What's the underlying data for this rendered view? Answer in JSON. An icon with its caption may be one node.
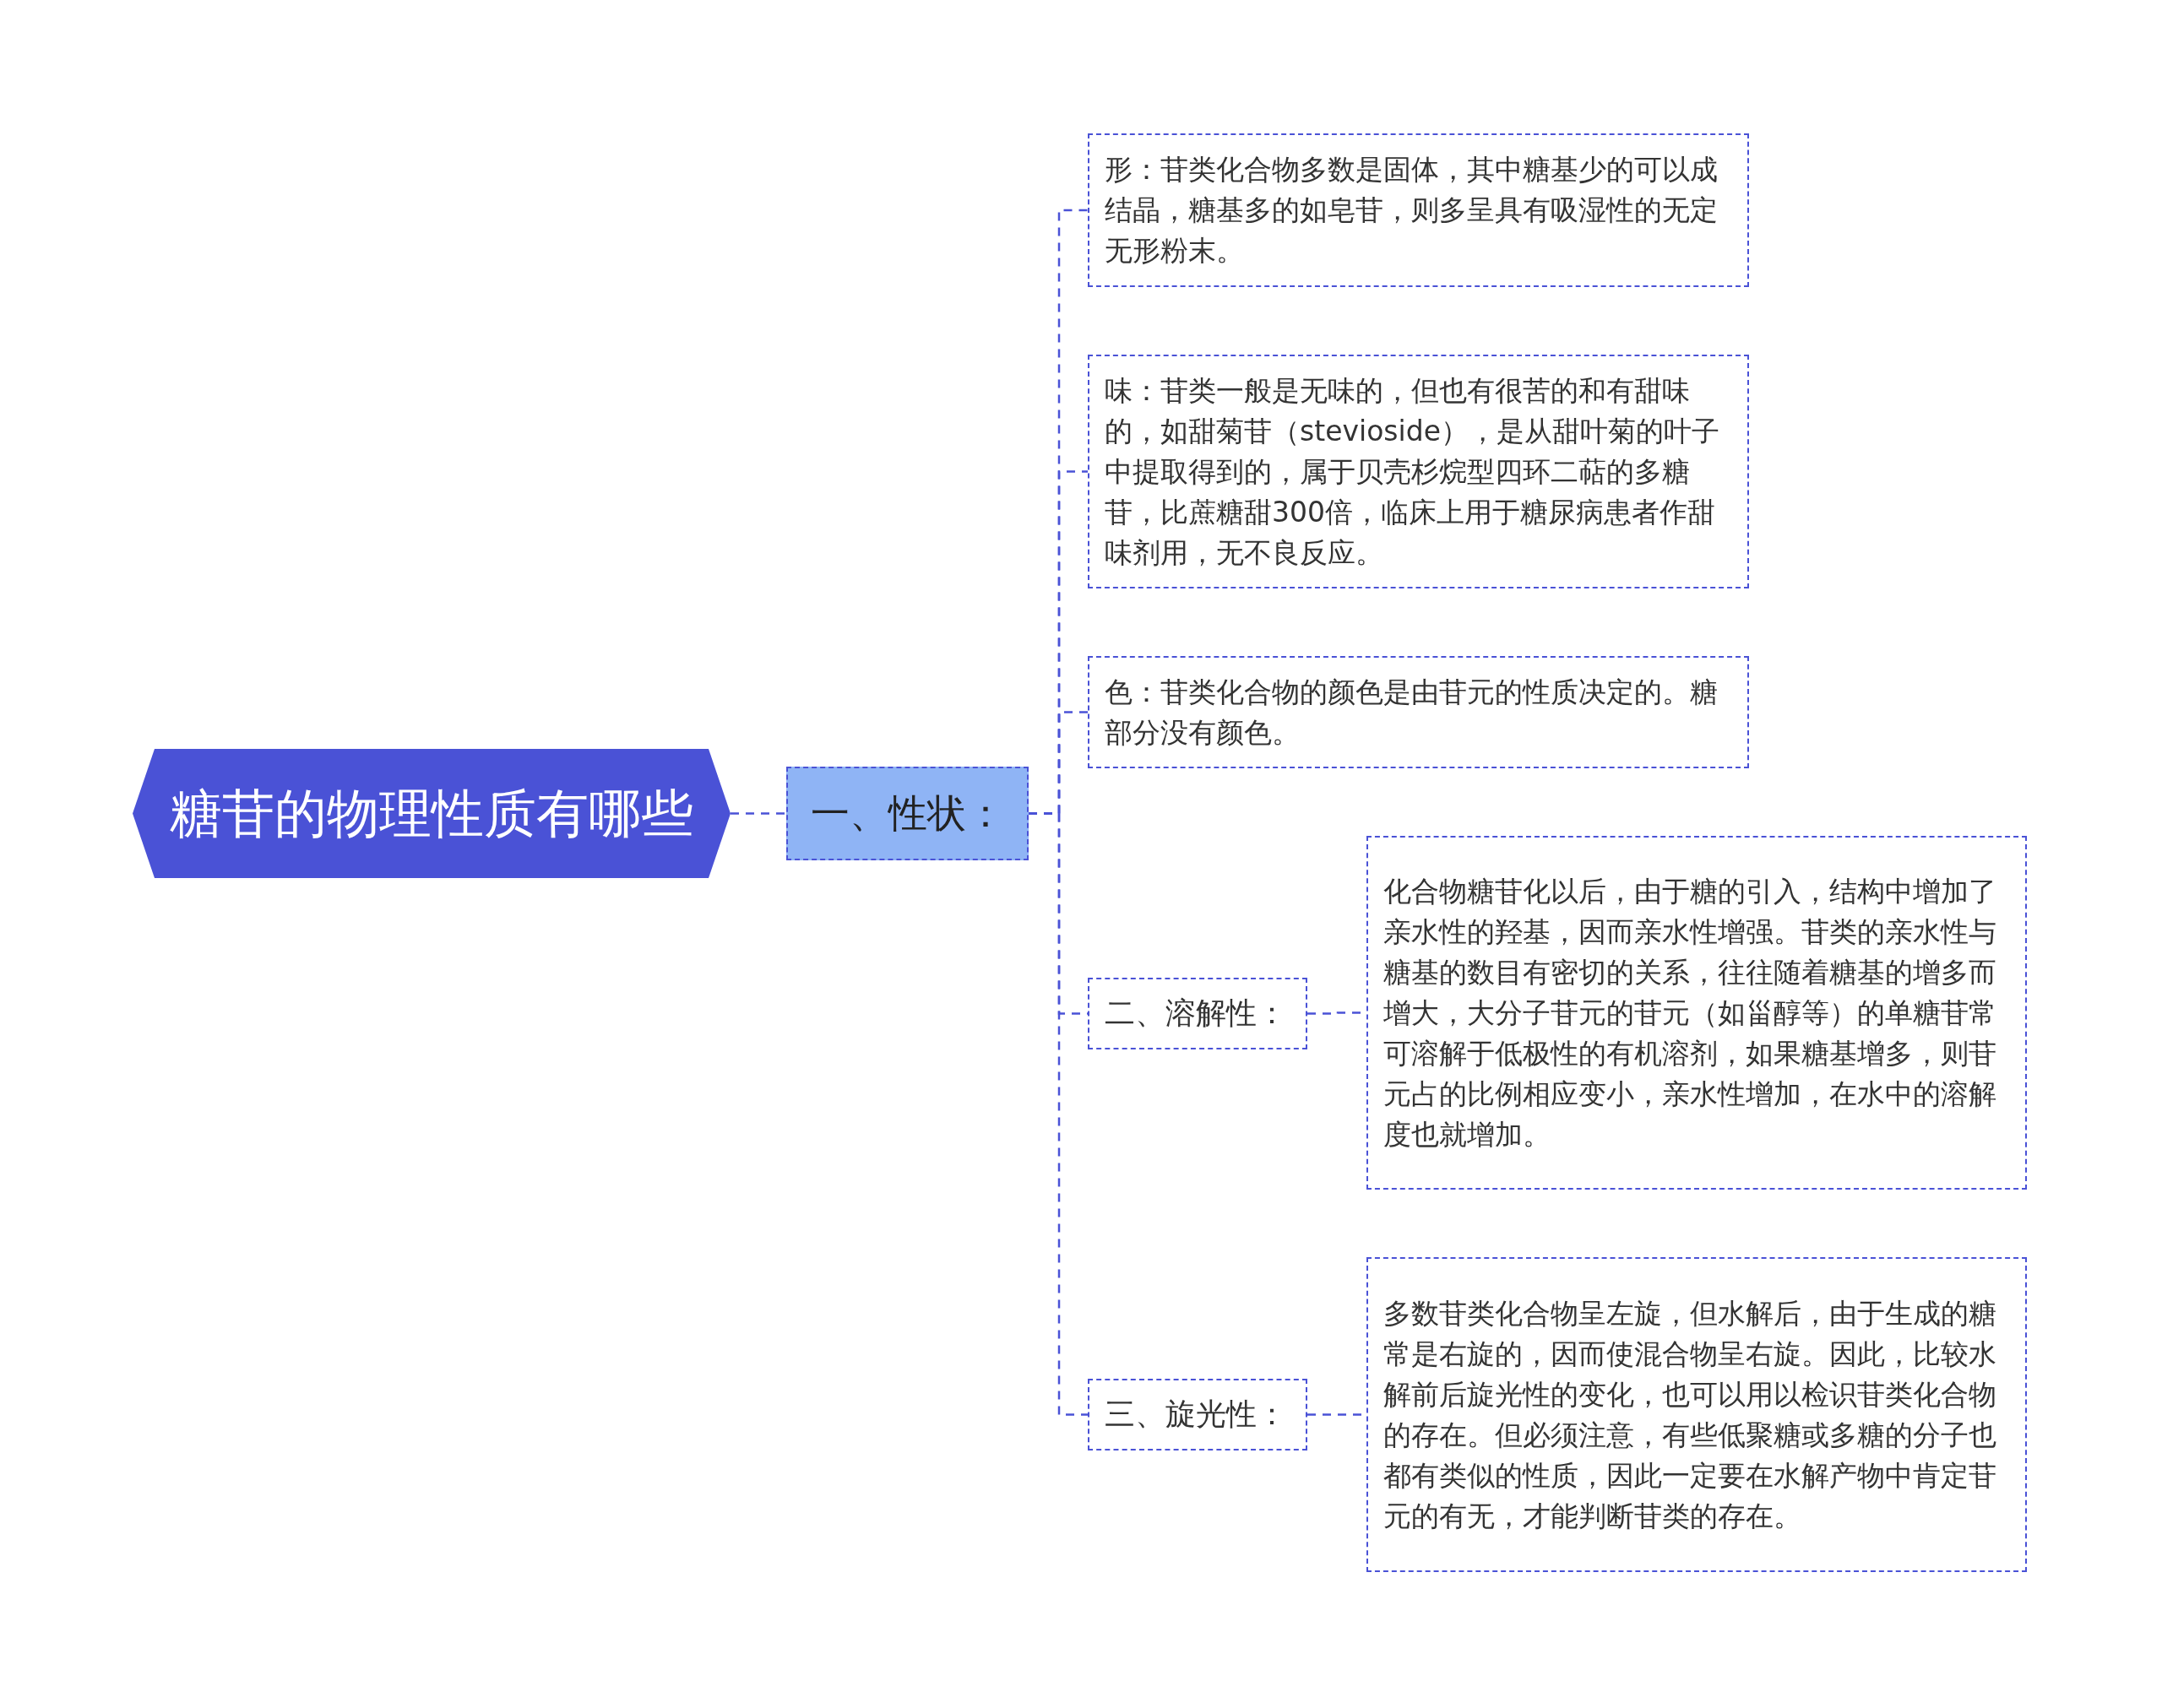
{
  "diagram": {
    "nodes": [
      {
        "text": [
          "糖苷的物理性质有哪些"
        ]
      },
      {
        "text": [
          "一、性状："
        ]
      },
      {
        "text": [
          "形：苷类化合物多数是固体，其中糖基少的可以成结晶，糖基多的如皂苷，则多呈具有吸湿性的无定无形粉末。"
        ]
      },
      {
        "text": [
          "味：苷类一般是无味的，但也有很苦的和有甜味的，如甜菊苷（stevioside），是从甜叶菊的叶子中提取得到的，属于贝壳杉烷型四环二萜的多糖苷，比蔗糖甜300倍，临床上用于糖尿病患者作甜味剂用，无不良反应。"
        ]
      },
      {
        "text": [
          "色：苷类化合物的颜色是由苷元的性质决定的。糖部分没有颜色。"
        ]
      },
      {
        "text": [
          "二、溶解性："
        ]
      },
      {
        "text": [
          "化合物糖苷化以后，由于糖的引入，结构中增加了亲水性的羟基，因而亲水性增强。苷类的亲水性与糖基的数目有密切的关系，往往随着糖基的增多而增大，大分子苷元的苷元（如甾醇等）的单糖苷常可溶解于低极性的有机溶剂，如果糖基增多，则苷元占的比例相应变小，亲水性增加，在水中的溶解度也就增加。"
        ]
      },
      {
        "text": [
          "三、旋光性："
        ]
      },
      {
        "text": [
          "多数苷类化合物呈左旋，但水解后，由于生成的糖常是右旋的，因而使混合物呈右旋。因此，比较水解前后旋光性的变化，也可以用以检识苷类化合物的存在。但必须注意，有些低聚糖或多糖的分子也都有类似的性质，因此一定要在水解产物中肯定苷元的有无，才能判断苷类的存在。"
        ]
      }
    ],
    "edges": [
      {
        "from": 0,
        "to": 1,
        "arrow": "none",
        "style": "dashed"
      },
      {
        "from": 1,
        "to": 2,
        "arrow": "none",
        "style": "dashed"
      },
      {
        "from": 1,
        "to": 3,
        "arrow": "none",
        "style": "dashed"
      },
      {
        "from": 1,
        "to": 4,
        "arrow": "none",
        "style": "dashed"
      },
      {
        "from": 1,
        "to": 5,
        "arrow": "none",
        "style": "dashed"
      },
      {
        "from": 1,
        "to": 7,
        "arrow": "none",
        "style": "dashed"
      },
      {
        "from": 5,
        "to": 6,
        "arrow": "none",
        "style": "dashed"
      },
      {
        "from": 7,
        "to": 8,
        "arrow": "none",
        "style": "dashed"
      }
    ]
  }
}
